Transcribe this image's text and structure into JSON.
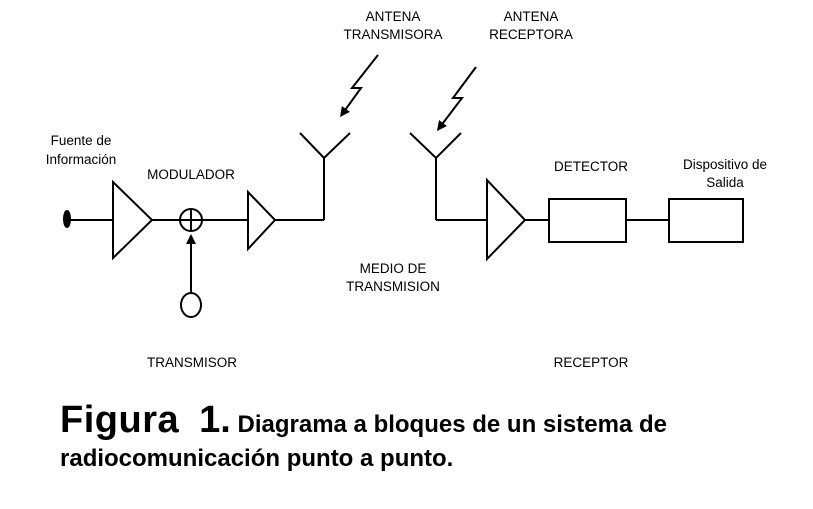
{
  "labels": {
    "tx_antenna": [
      "ANTENA",
      "TRANSMISORA"
    ],
    "rx_antenna": [
      "ANTENA",
      "RECEPTORA"
    ],
    "source": [
      "Fuente de",
      "Información"
    ],
    "modulator": "MODULADOR",
    "detector": "DETECTOR",
    "output_device": [
      "Dispositivo de",
      "Salida"
    ],
    "medium": [
      "MEDIO DE",
      "TRANSMISION"
    ],
    "transmitter": "TRANSMISOR",
    "receiver": "RECEPTOR"
  },
  "caption": {
    "figure": "Figura",
    "number": "1.",
    "text": "Diagrama a bloques de un sistema de radiocomunicación punto a punto."
  }
}
